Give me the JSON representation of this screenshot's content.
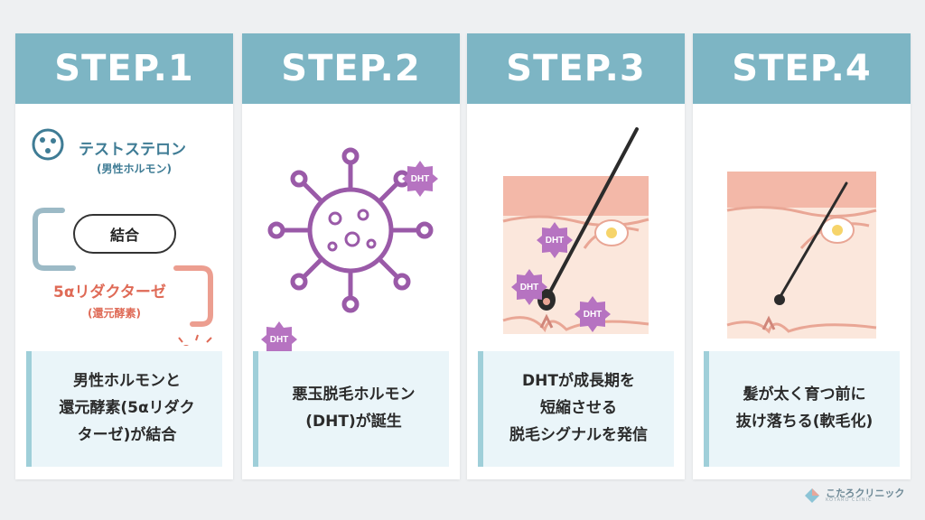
{
  "steps": [
    {
      "title": "STEP.1",
      "desc_lines": [
        "男性ホルモンと",
        "還元酵素(5αリダク",
        "ターゼ)が結合"
      ],
      "testosterone_label": "テストステロン",
      "testosterone_sub": "(男性ホルモン)",
      "bind_label": "結合",
      "enzyme_label": "5αリダクターゼ",
      "enzyme_sub": "(還元酵素)"
    },
    {
      "title": "STEP.2",
      "desc_lines": [
        "悪玉脱毛ホルモン",
        "(DHT)が誕生"
      ],
      "dht_label": "DHT"
    },
    {
      "title": "STEP.3",
      "desc_lines": [
        "DHTが成長期を",
        "短縮させる",
        "脱毛シグナルを発信"
      ],
      "dht_label": "DHT"
    },
    {
      "title": "STEP.4",
      "desc_lines": [
        "髪が太く育つ前に",
        "抜け落ちる(軟毛化)"
      ]
    }
  ],
  "logo": {
    "name": "こたろクリニック",
    "sub": "KOTARO CLINIC"
  },
  "colors": {
    "header": "#7db5c4",
    "testosterone": "#3f7c95",
    "enzyme": "#df6a56",
    "dht": "#b673c1",
    "desc_bg": "#eaf5f9"
  }
}
